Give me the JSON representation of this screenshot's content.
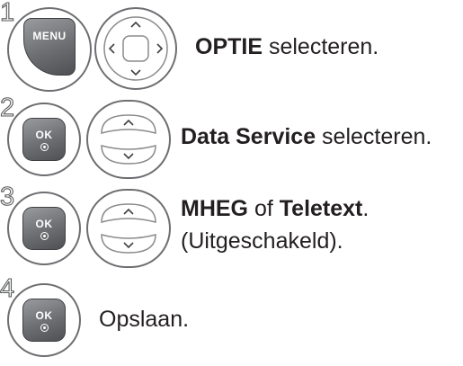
{
  "steps": [
    {
      "number": "1",
      "button": "MENU",
      "pad": "4-way-navigation",
      "bold": "OPTIE",
      "text": " selecteren."
    },
    {
      "number": "2",
      "button": "OK",
      "pad": "up-down",
      "bold": "Data Service",
      "text": " selecteren."
    },
    {
      "number": "3",
      "button": "OK",
      "pad": "up-down",
      "bold1": "MHEG",
      "mid": " of ",
      "bold2": "Teletext",
      "end": ".",
      "line2": "(Uitgeschakeld)."
    },
    {
      "number": "4",
      "button": "OK",
      "text": "Opslaan."
    }
  ],
  "icons": {
    "nav_pad": "four-way-arrow-pad-icon",
    "updown": "up-down-arrow-buttons-icon",
    "ok_symbol": "ok-dot-icon"
  }
}
